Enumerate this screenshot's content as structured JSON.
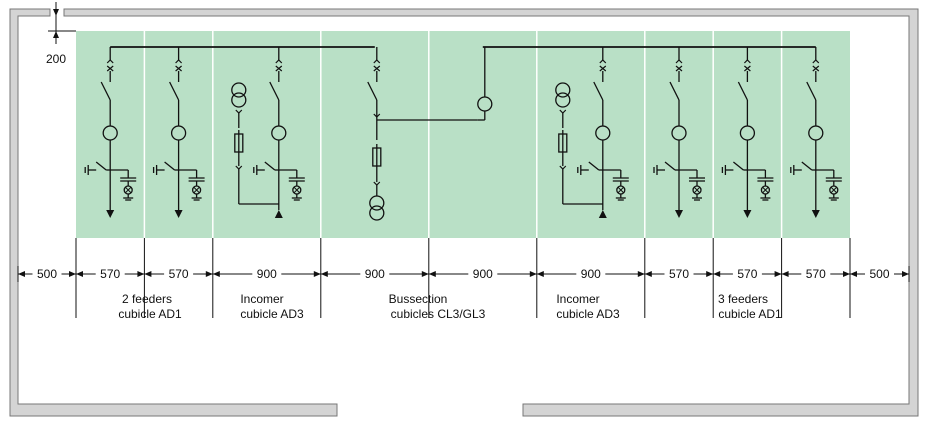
{
  "colors": {
    "wall": "#d4d4d4",
    "wall_stroke": "#777777",
    "cubicle_fill": "#b9e0c6",
    "line": "#111111"
  },
  "top_dimension": "200",
  "cubicles": [
    {
      "width": 570,
      "dim_label": "570",
      "type": "feeder"
    },
    {
      "width": 570,
      "dim_label": "570",
      "type": "feeder"
    },
    {
      "width": 900,
      "dim_label": "900",
      "type": "incomer"
    },
    {
      "width": 900,
      "dim_label": "900",
      "type": "bussection-tx"
    },
    {
      "width": 900,
      "dim_label": "900",
      "type": "bussection-link"
    },
    {
      "width": 900,
      "dim_label": "900",
      "type": "incomer"
    },
    {
      "width": 570,
      "dim_label": "570",
      "type": "feeder"
    },
    {
      "width": 570,
      "dim_label": "570",
      "type": "feeder"
    },
    {
      "width": 570,
      "dim_label": "570",
      "type": "feeder"
    }
  ],
  "clearances": {
    "left": "500",
    "right": "500"
  },
  "groups": [
    {
      "line1": "2 feeders",
      "line2": "cubicle AD1"
    },
    {
      "line1": "Incomer",
      "line2": "cubicle AD3"
    },
    {
      "line1": "Bussection",
      "line2": "cubicles CL3/GL3"
    },
    {
      "line1": "Incomer",
      "line2": "cubicle AD3"
    },
    {
      "line1": "3 feeders",
      "line2": "cubicle AD1"
    }
  ]
}
